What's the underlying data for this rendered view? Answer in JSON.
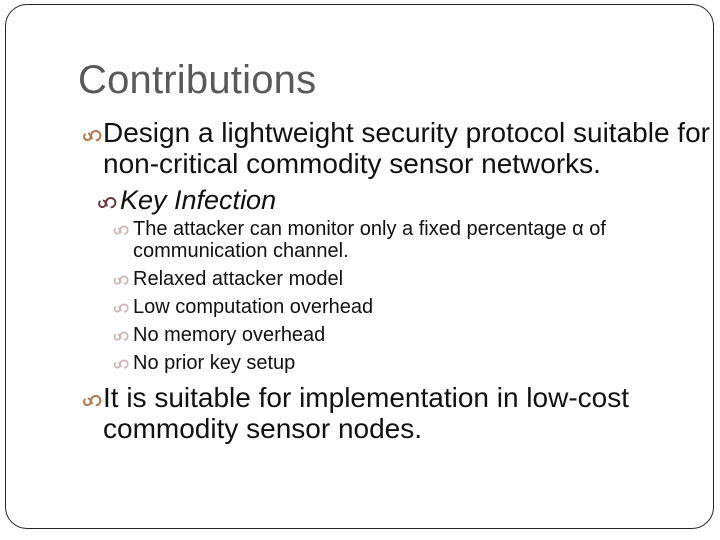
{
  "slide": {
    "title": "Contributions",
    "bullets": [
      {
        "level": 1,
        "text": "Design a lightweight security protocol suitable for\nnon-critical commodity sensor networks."
      },
      {
        "level": 2,
        "text": "Key Infection",
        "style": "italic"
      },
      {
        "level": 3,
        "text": "The attacker can monitor only a fixed percentage α of\ncommunication channel."
      },
      {
        "level": 3,
        "text": "Relaxed attacker model"
      },
      {
        "level": 3,
        "text": "Low computation overhead"
      },
      {
        "level": 3,
        "text": "No memory overhead"
      },
      {
        "level": 3,
        "text": "No prior key setup"
      },
      {
        "level": 1,
        "text": "It is suitable for implementation in low-cost\ncommodity sensor nodes."
      }
    ],
    "icons": {
      "bullet": "vine-curl-bullet-icon"
    },
    "colors": {
      "background": "#ffffff",
      "border": "#232323",
      "title": "#595959",
      "body_text": "#111111",
      "bullet_level1": "#b5774b",
      "bullet_level2": "#6d3a3e",
      "bullet_level3": "#d5b2b2"
    }
  }
}
